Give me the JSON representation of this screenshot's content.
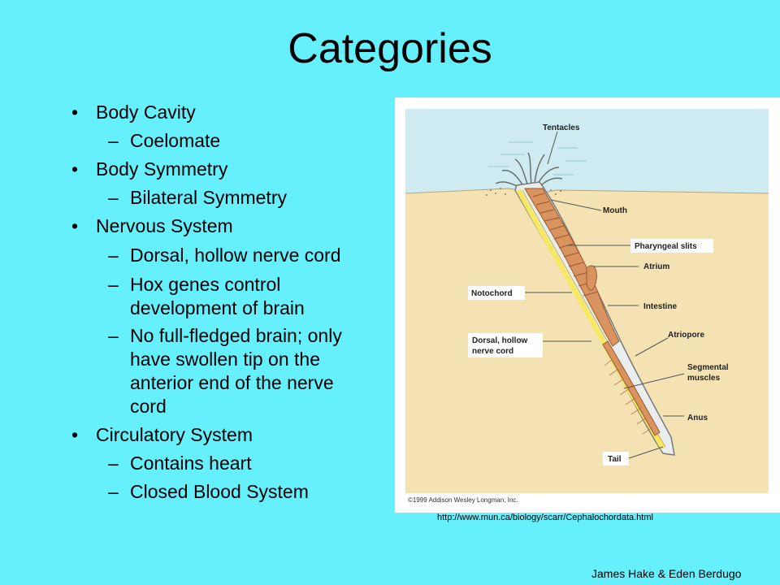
{
  "slide": {
    "title": "Categories",
    "bullets": [
      {
        "level": 1,
        "text": "Body Cavity"
      },
      {
        "level": 2,
        "text": "Coelomate"
      },
      {
        "level": 1,
        "text": "Body Symmetry"
      },
      {
        "level": 2,
        "text": "Bilateral Symmetry"
      },
      {
        "level": 1,
        "text": "Nervous System"
      },
      {
        "level": 2,
        "text": "Dorsal, hollow nerve cord"
      },
      {
        "level": 2,
        "lines": [
          "Hox genes control",
          "development of brain"
        ]
      },
      {
        "level": 2,
        "lines": [
          "No full-fledged brain; only",
          "have swollen tip on the",
          "anterior end of the nerve",
          "cord"
        ]
      },
      {
        "level": 1,
        "text": "Circulatory System"
      },
      {
        "level": 2,
        "text": "Contains heart"
      },
      {
        "level": 2,
        "text": "Closed Blood System"
      }
    ],
    "bullet_markers": {
      "level1": "•",
      "level2": "–"
    },
    "source_url": "http://www.mun.ca/biology/scarr/Cephalochordata.html",
    "authors": "James Hake & Eden Berdugo"
  },
  "figure": {
    "labels": {
      "tentacles": "Tentacles",
      "mouth": "Mouth",
      "pharyngeal_slits": "Pharyngeal slits",
      "atrium": "Atrium",
      "notochord": "Notochord",
      "intestine": "Intestine",
      "dorsal_line1": "Dorsal, hollow",
      "dorsal_line2": "nerve cord",
      "atriopore": "Atriopore",
      "segmental_line1": "Segmental",
      "segmental_line2": "muscles",
      "anus": "Anus",
      "tail": "Tail"
    },
    "copyright": "©1999 Addison Wesley Longman, Inc.",
    "colors": {
      "background": "#66f0fd",
      "water": "#cdebf1",
      "sand": "#f5e2b3",
      "body": "#eaeded",
      "gut": "#d9935f",
      "nerve_cord": "#f6e860"
    }
  }
}
